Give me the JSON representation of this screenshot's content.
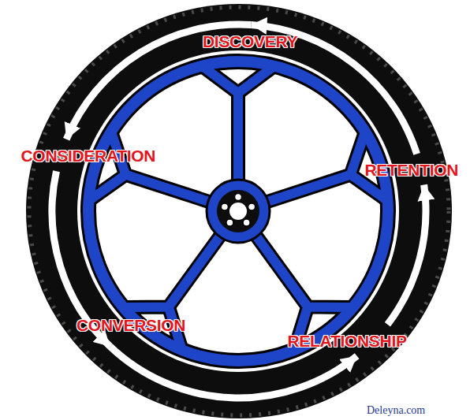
{
  "diagram": {
    "nodes": [
      {
        "text": [
          "DISCOVERY"
        ]
      },
      {
        "text": [
          "CONSIDERATION"
        ]
      },
      {
        "text": [
          "CONVERSION"
        ]
      },
      {
        "text": [
          "RELATIONSHIP"
        ]
      },
      {
        "text": [
          "RETENTION"
        ]
      }
    ],
    "edges": [
      {
        "from": 0,
        "to": 1,
        "arrow": "to"
      },
      {
        "from": 1,
        "to": 2,
        "arrow": "to"
      },
      {
        "from": 2,
        "to": 3,
        "arrow": "to"
      },
      {
        "from": 3,
        "to": 4,
        "arrow": "to"
      },
      {
        "from": 4,
        "to": 0,
        "arrow": "to"
      }
    ],
    "labels": [
      "Deleyna.com"
    ]
  }
}
